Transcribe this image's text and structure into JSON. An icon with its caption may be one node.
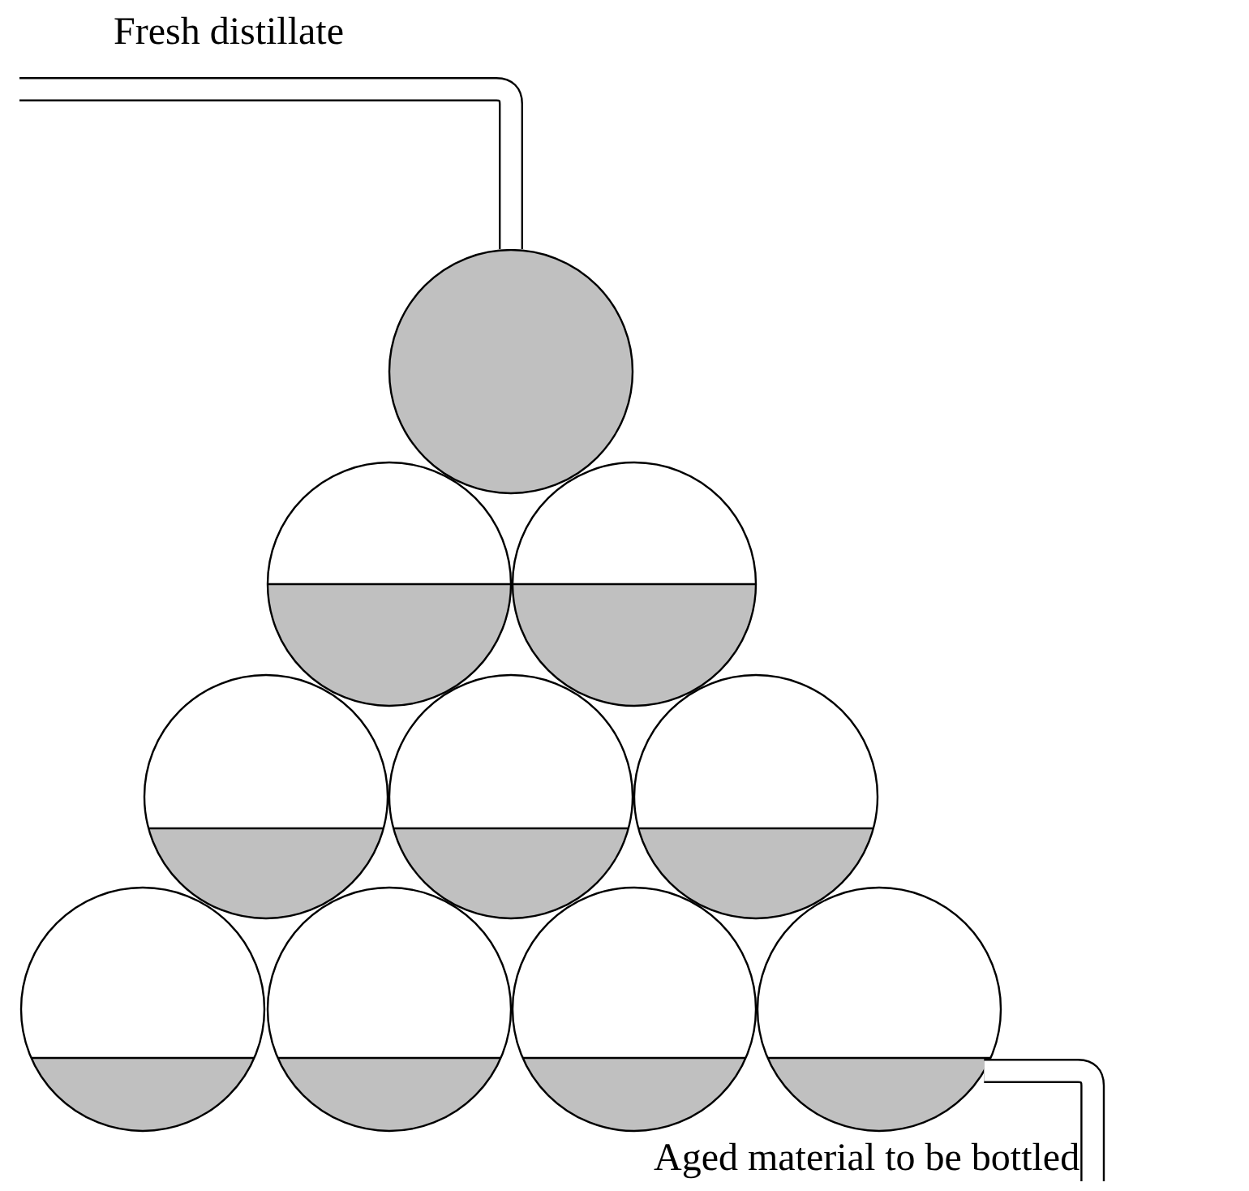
{
  "diagram": {
    "nodes": [
      {
        "text": [
          "Fresh distillate"
        ]
      },
      {
        "text": [],
        "shape": "circle"
      },
      {
        "text": [],
        "shape": "circle"
      },
      {
        "text": [],
        "shape": "circle"
      },
      {
        "text": [],
        "shape": "circle"
      },
      {
        "text": [],
        "shape": "circle"
      },
      {
        "text": [],
        "shape": "circle"
      },
      {
        "text": [],
        "shape": "circle"
      },
      {
        "text": [],
        "shape": "circle"
      },
      {
        "text": [],
        "shape": "circle"
      },
      {
        "text": [],
        "shape": "circle"
      },
      {
        "text": [
          "Aged material to be bottled"
        ]
      }
    ],
    "edges": [
      {
        "from": 0,
        "to": 1,
        "arrow": "none"
      },
      {
        "from": 10,
        "to": 11,
        "arrow": "none"
      }
    ]
  }
}
